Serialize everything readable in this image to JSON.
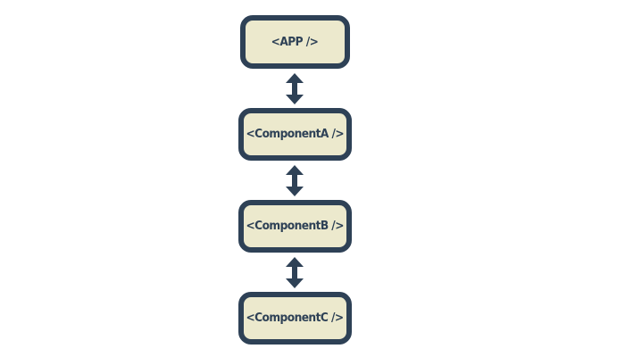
{
  "diagram": {
    "nodes": [
      {
        "label": "<APP />"
      },
      {
        "label": "<ComponentA />"
      },
      {
        "label": "<ComponentB />"
      },
      {
        "label": "<ComponentC />"
      }
    ],
    "connector_icon": "double-arrow-icon",
    "colors": {
      "node_fill": "#ece9cd",
      "node_border": "#2e4156",
      "arrow": "#2e4156",
      "background": "#ffffff"
    }
  }
}
